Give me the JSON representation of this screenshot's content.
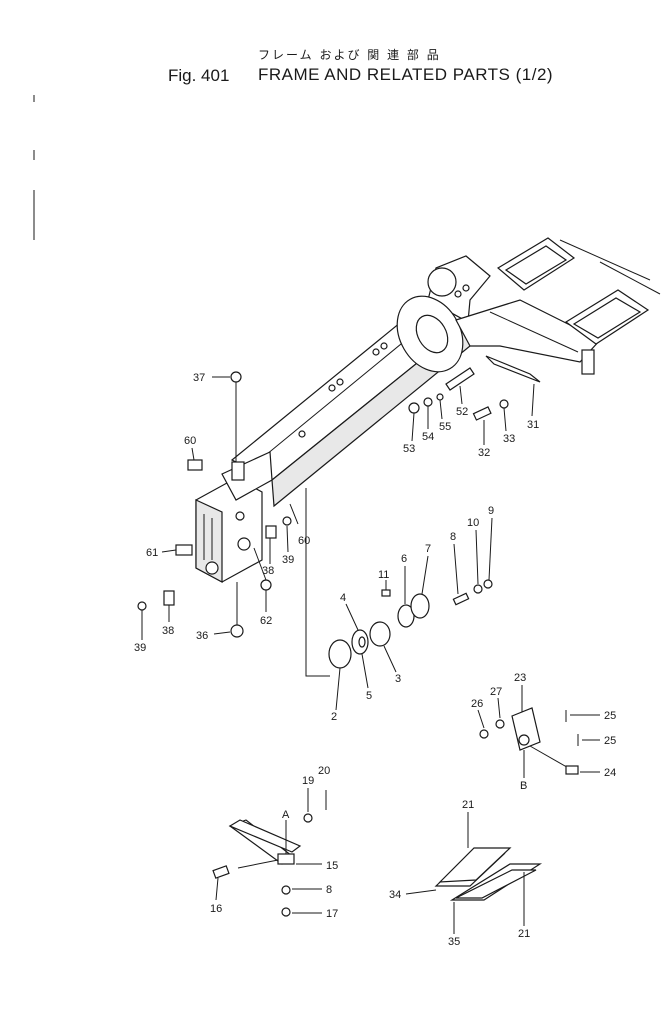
{
  "header": {
    "jp_title": "フレーム および 関 連 部 品",
    "fig_label": "Fig. 401",
    "title": "FRAME AND RELATED PARTS (1/2)"
  },
  "callouts": [
    {
      "id": "c37",
      "text": "37"
    },
    {
      "id": "c60a",
      "text": "60"
    },
    {
      "id": "c60b",
      "text": "60"
    },
    {
      "id": "c61",
      "text": "61"
    },
    {
      "id": "c39a",
      "text": "39"
    },
    {
      "id": "c38a",
      "text": "38"
    },
    {
      "id": "c36",
      "text": "36"
    },
    {
      "id": "c38b",
      "text": "38"
    },
    {
      "id": "c39b",
      "text": "39"
    },
    {
      "id": "c62",
      "text": "62"
    },
    {
      "id": "c52",
      "text": "52"
    },
    {
      "id": "c53",
      "text": "53"
    },
    {
      "id": "c54",
      "text": "54"
    },
    {
      "id": "c55",
      "text": "55"
    },
    {
      "id": "c32",
      "text": "32"
    },
    {
      "id": "c33",
      "text": "33"
    },
    {
      "id": "c31",
      "text": "31"
    },
    {
      "id": "c11",
      "text": "11"
    },
    {
      "id": "c6",
      "text": "6"
    },
    {
      "id": "c7",
      "text": "7"
    },
    {
      "id": "c8a",
      "text": "8"
    },
    {
      "id": "c10",
      "text": "10"
    },
    {
      "id": "c9",
      "text": "9"
    },
    {
      "id": "c4",
      "text": "4"
    },
    {
      "id": "c5",
      "text": "5"
    },
    {
      "id": "c3",
      "text": "3"
    },
    {
      "id": "c2",
      "text": "2"
    },
    {
      "id": "c23",
      "text": "23"
    },
    {
      "id": "c26",
      "text": "26"
    },
    {
      "id": "c27",
      "text": "27"
    },
    {
      "id": "c25a",
      "text": "25"
    },
    {
      "id": "c25b",
      "text": "25"
    },
    {
      "id": "c24",
      "text": "24"
    },
    {
      "id": "cB",
      "text": "B"
    },
    {
      "id": "c19",
      "text": "19"
    },
    {
      "id": "c20",
      "text": "20"
    },
    {
      "id": "cA",
      "text": "A"
    },
    {
      "id": "c15",
      "text": "15"
    },
    {
      "id": "c8b",
      "text": "8"
    },
    {
      "id": "c17",
      "text": "17"
    },
    {
      "id": "c16",
      "text": "16"
    },
    {
      "id": "c21a",
      "text": "21"
    },
    {
      "id": "c34",
      "text": "34"
    },
    {
      "id": "c35",
      "text": "35"
    },
    {
      "id": "c21b",
      "text": "21"
    }
  ]
}
